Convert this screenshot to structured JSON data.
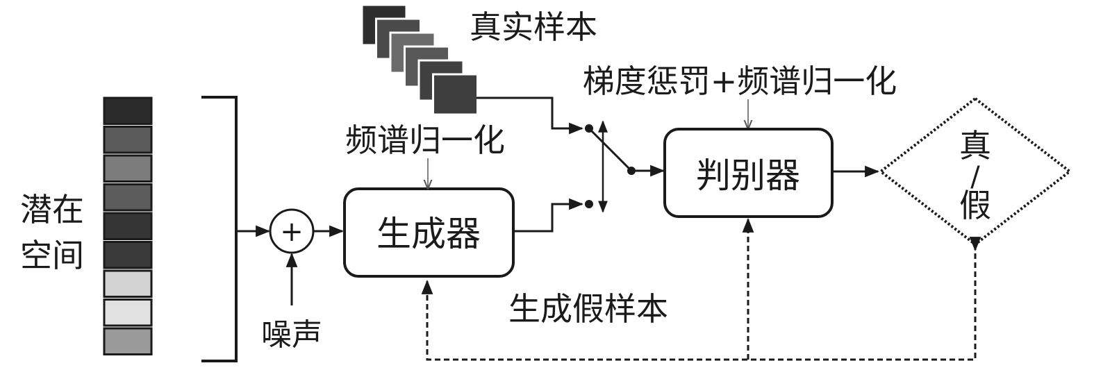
{
  "labels": {
    "latent_space_line1": "潜在",
    "latent_space_line2": "空间",
    "noise": "噪声",
    "plus": "+",
    "generator": "生成器",
    "discriminator": "判别器",
    "real_samples": "真实样本",
    "spectral_norm": "频谱归一化",
    "gradient_penalty": "梯度惩罚+频谱归一化",
    "fake_samples": "生成假样本",
    "real_line": "真",
    "slash": "/",
    "fake_line": "假"
  },
  "latent_vector_shades": [
    "#2b2b2b",
    "#5a5a5a",
    "#7c7c7c",
    "#5c5c5c",
    "#353535",
    "#3a3a3a",
    "#d2d2d2",
    "#e2e2e2",
    "#9a9a9a"
  ],
  "real_sample_shades": [
    "#2e2e2e",
    "#4a4a4a",
    "#6b6b6b",
    "#575757",
    "#404040",
    "#3e3e3e"
  ]
}
